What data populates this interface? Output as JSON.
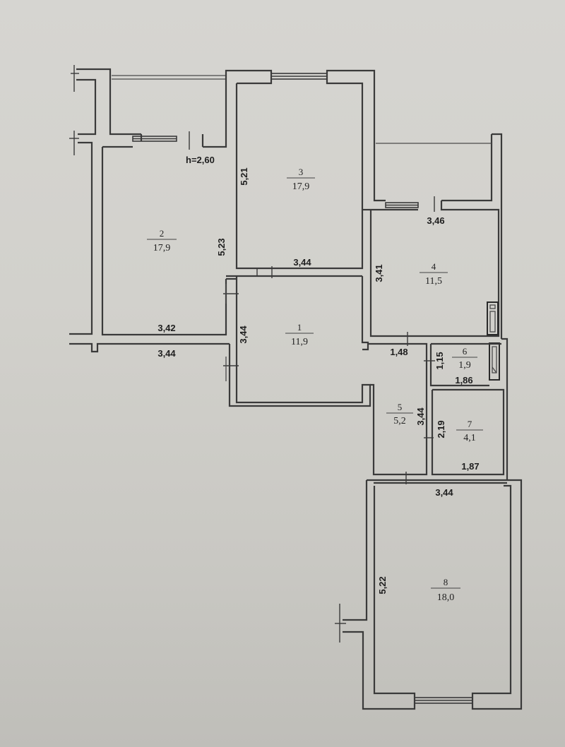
{
  "plan": {
    "ceiling_height": "h=2,60",
    "rooms": [
      {
        "number": "1",
        "area": "11,9"
      },
      {
        "number": "2",
        "area": "17,9"
      },
      {
        "number": "3",
        "area": "17,9"
      },
      {
        "number": "4",
        "area": "11,5"
      },
      {
        "number": "5",
        "area": "5,2"
      },
      {
        "number": "6",
        "area": "1,9"
      },
      {
        "number": "7",
        "area": "4,1"
      },
      {
        "number": "8",
        "area": "18,0"
      }
    ],
    "dimensions": {
      "room2_height": "5,23",
      "room2_width_top": "3,42",
      "room2_width_bottom": "3,44",
      "room3_height": "5,21",
      "room3_width": "3,44",
      "room1_height": "3,44",
      "room4_width": "3,46",
      "room4_height": "3,41",
      "corridor_width": "1,48",
      "room6_height": "1,15",
      "room6_width": "1,86",
      "room5_height": "3,44",
      "room7_height": "2,19",
      "room7_width": "1,87",
      "room8_width": "3,44",
      "room8_height": "5,22"
    },
    "colors": {
      "paper": "#d3d2cd",
      "ink": "#3a3a3a"
    }
  }
}
